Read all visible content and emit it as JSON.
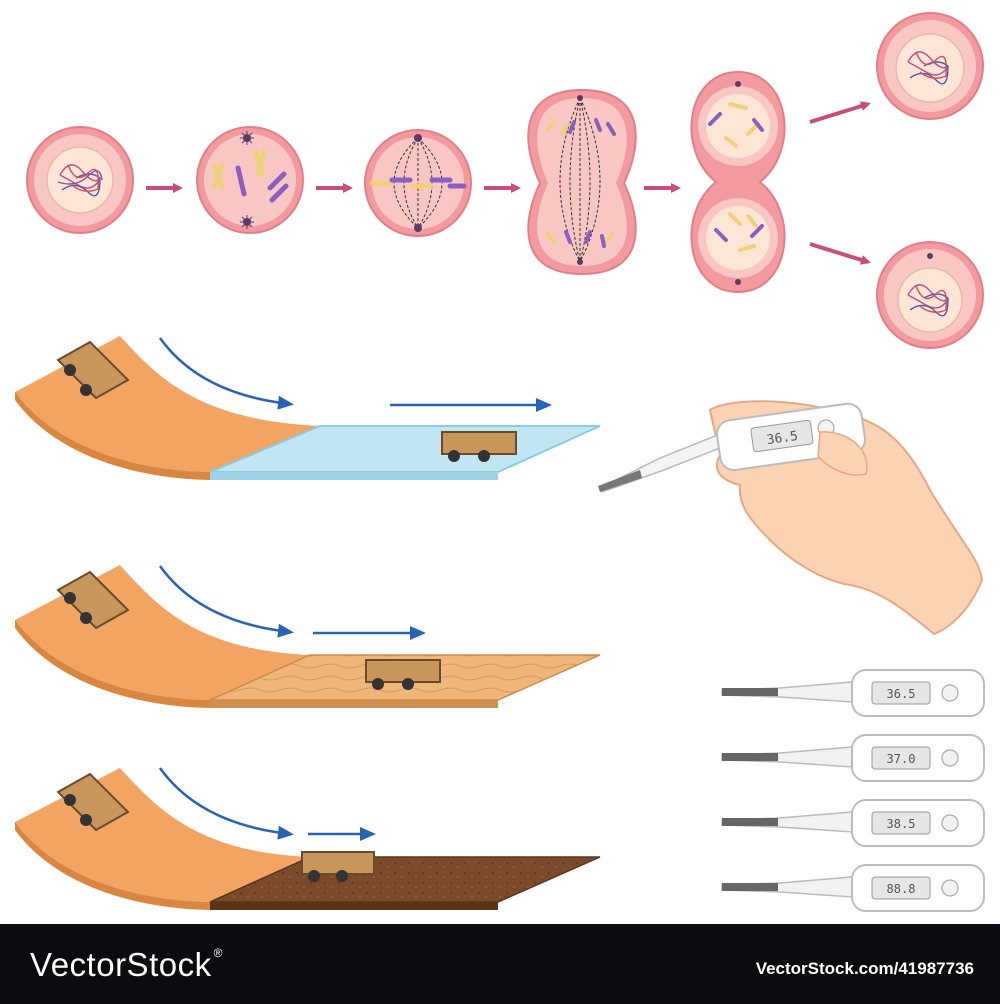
{
  "colors": {
    "cell_outer": "#f29aa0",
    "cell_inner": "#f8c7c4",
    "nucleus": "#fde6d6",
    "arrow_pink": "#c94d7a",
    "arrow_blue": "#2a62b4",
    "ramp": "#f2a462",
    "glass": "#bfe6f2",
    "wood": "#f0b578",
    "soil": "#7a4a2a",
    "footer_bg": "#0c0c10"
  },
  "mitosis": {
    "stages": [
      "prophase-early",
      "prophase",
      "metaphase",
      "anaphase",
      "telophase"
    ],
    "daughter_cells": 2
  },
  "ramps": [
    {
      "surface": "glass",
      "motion_arrows": 2
    },
    {
      "surface": "wood",
      "motion_arrows": 2
    },
    {
      "surface": "soil",
      "motion_arrows": 2
    }
  ],
  "thermometers": {
    "hand_reading": "36.5",
    "readings": [
      "36.5",
      "37.0",
      "38.5",
      "88.8"
    ]
  },
  "footer": {
    "brand": "VectorStock",
    "url": "VectorStock.com/41987736"
  }
}
